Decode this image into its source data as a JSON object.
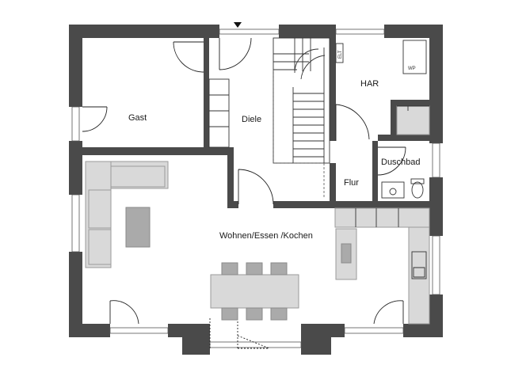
{
  "rooms": {
    "gast": "Gast",
    "diele": "Diele",
    "har": "HAR",
    "duschbad": "Duschbad",
    "flur": "Flur",
    "wohnen": "Wohnen/Essen /Kochen"
  },
  "equipment": {
    "wp": "WP",
    "elt": "ELT"
  },
  "colors": {
    "wall": "#4a4a4a",
    "furniture": "#d9d9d9",
    "furniture_dark": "#aaaaaa"
  }
}
